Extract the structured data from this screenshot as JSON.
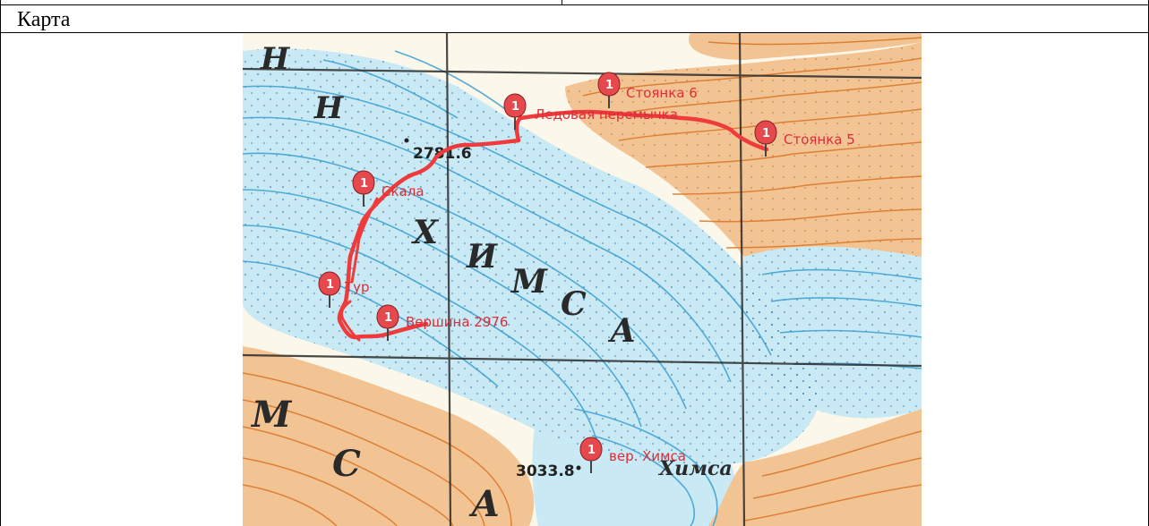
{
  "section": {
    "caption": "Карта"
  },
  "map": {
    "colors": {
      "ice": "#c9e9f4",
      "ice_contour": "#3a9fd2",
      "rock": "#f3c493",
      "rock_contour": "#d9792e",
      "track": "#ef3b3b",
      "marker": "#e5484d",
      "label": "#d92f3a",
      "grid": "#2b2b2b"
    },
    "markers": [
      {
        "name": "marker-stoyanka-6",
        "label": "Стоянка 6"
      },
      {
        "name": "marker-ledovaya-peremychka",
        "label": "Ледовая перемычка"
      },
      {
        "name": "marker-stoyanka-5",
        "label": "Стоянка 5"
      },
      {
        "name": "marker-skala",
        "label": "Скала"
      },
      {
        "name": "marker-tur",
        "label": "Тур"
      },
      {
        "name": "marker-vershina-2976",
        "label": "Вершина 2976"
      },
      {
        "name": "marker-ver-khimsa",
        "label": "вер. Химса"
      }
    ],
    "spot_heights": [
      "2781.6",
      "3033.8"
    ],
    "lettering": [
      "Н",
      "Н",
      "Х",
      "И",
      "М",
      "С",
      "А",
      "М",
      "С",
      "А",
      "Химса"
    ],
    "marker_glyph": "1"
  }
}
